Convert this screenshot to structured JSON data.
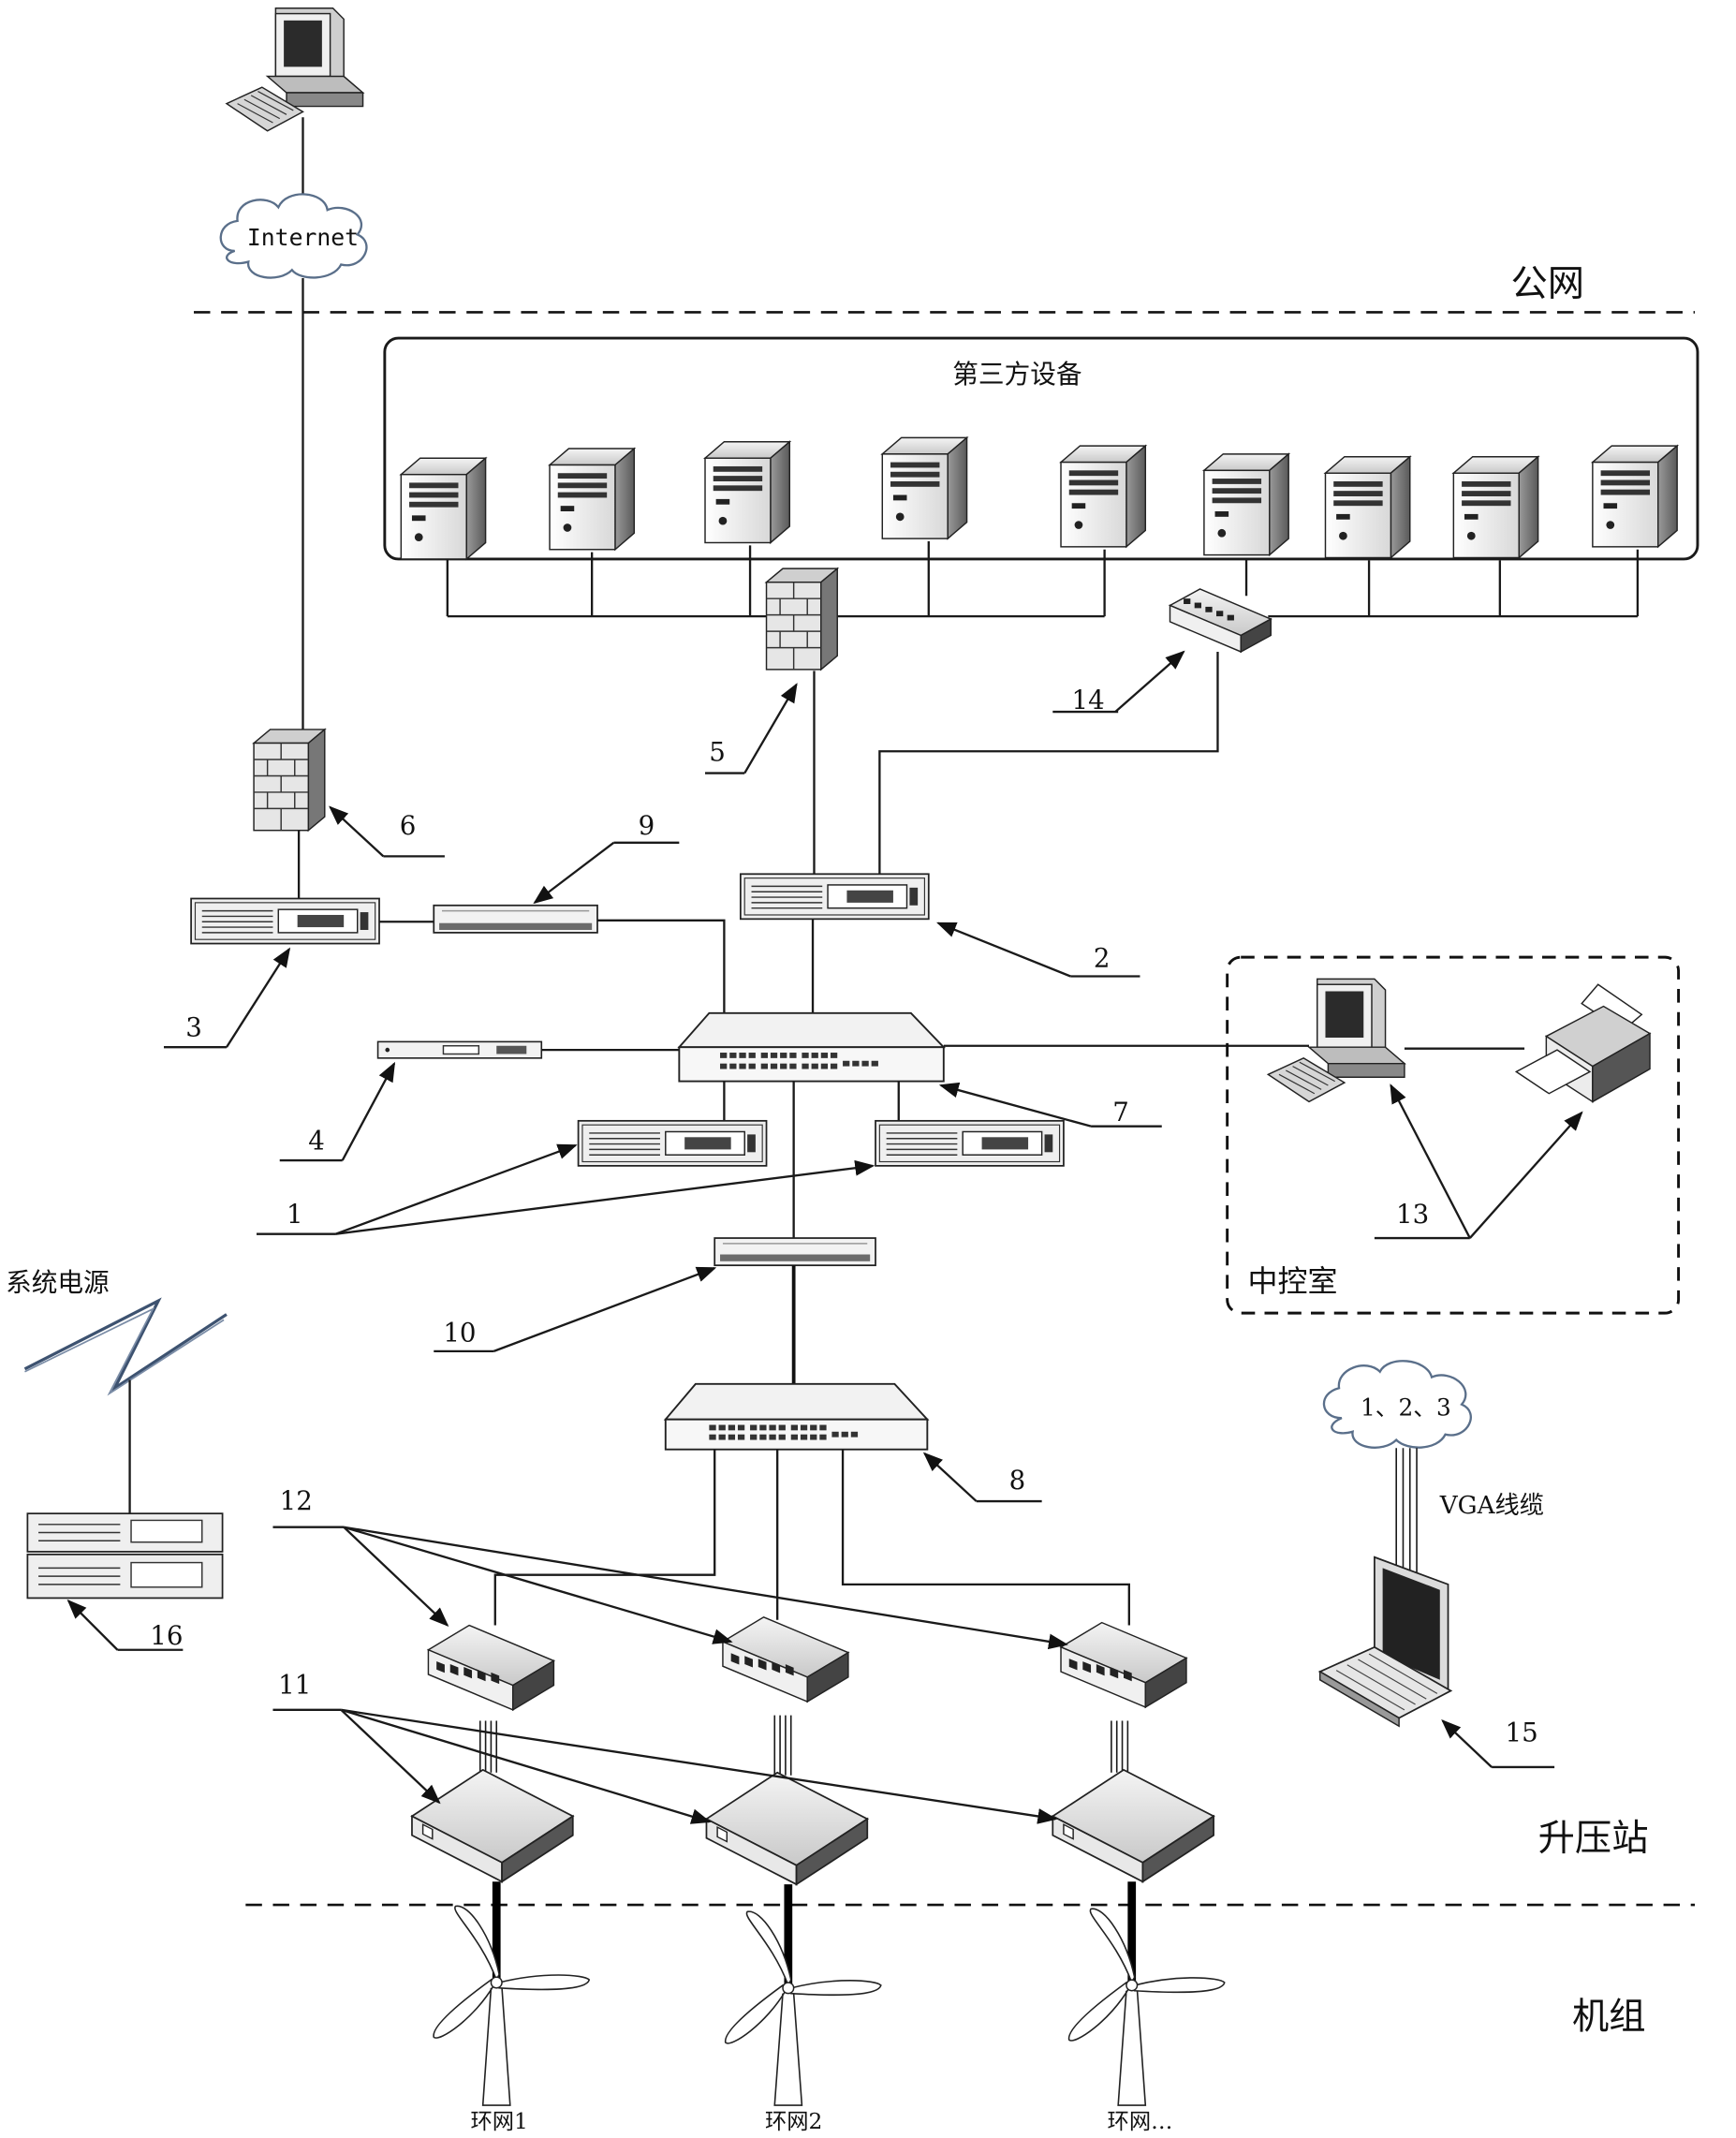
{
  "zones": {
    "public_net": "公网",
    "booster_station": "升压站",
    "unit": "机组"
  },
  "labels": {
    "internet": "Internet",
    "third_party": "第三方设备",
    "control_room": "中控室",
    "power_system": "系统电源",
    "vga_cable": "VGA线缆",
    "remote_cloud": "1、2、3",
    "ring1": "环网1",
    "ring2": "环网2",
    "ring_more": "环网…"
  },
  "callouts": {
    "c1": "1",
    "c2": "2",
    "c3": "3",
    "c4": "4",
    "c5": "5",
    "c6": "6",
    "c7": "7",
    "c8": "8",
    "c9": "9",
    "c10": "10",
    "c11": "11",
    "c12": "12",
    "c13": "13",
    "c14": "14",
    "c15": "15",
    "c16": "16"
  },
  "icons": {
    "server": "tower-server-icon",
    "firewall": "firewall-icon",
    "rack_server": "rack-server-icon",
    "switch": "network-switch-icon",
    "pc": "desktop-computer-icon",
    "printer": "printer-icon",
    "laptop": "laptop-icon",
    "cloud": "cloud-icon",
    "wind_turbine": "wind-turbine-icon",
    "lightning": "lightning-icon"
  }
}
